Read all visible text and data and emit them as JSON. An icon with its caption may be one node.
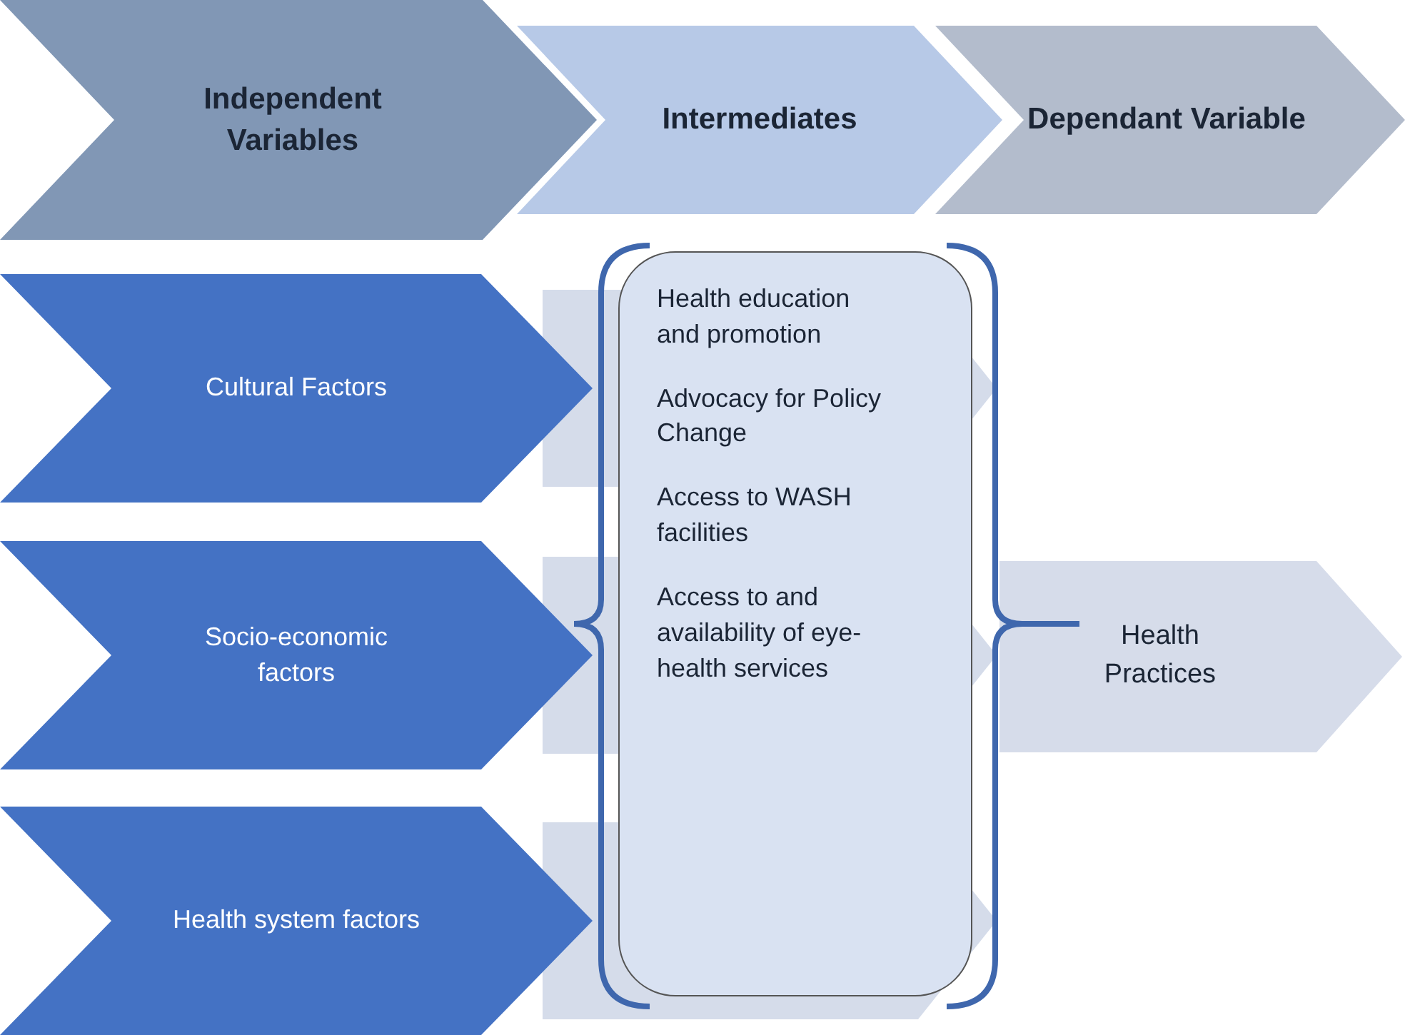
{
  "diagram": {
    "nodes": [
      {
        "text": [
          "Independent Variables"
        ]
      },
      {
        "text": [
          "Intermediates"
        ]
      },
      {
        "text": [
          "Dependant Variable"
        ]
      },
      {
        "text": [
          "Cultural Factors"
        ]
      },
      {
        "text": [
          "Socio-economic factors"
        ]
      },
      {
        "text": [
          "Health system factors"
        ]
      },
      {
        "text": [
          "Health education and promotion",
          "Advocacy for Policy Change",
          "Access to WASH facilities",
          "Access to and availability of eye-health services"
        ]
      },
      {
        "text": [
          "Health Practices"
        ]
      }
    ],
    "edges": [
      {
        "from": 3,
        "to": 6,
        "arrow": "to"
      },
      {
        "from": 4,
        "to": 6,
        "arrow": "to"
      },
      {
        "from": 5,
        "to": 6,
        "arrow": "to"
      },
      {
        "from": 6,
        "to": 7,
        "arrow": "none"
      }
    ]
  }
}
